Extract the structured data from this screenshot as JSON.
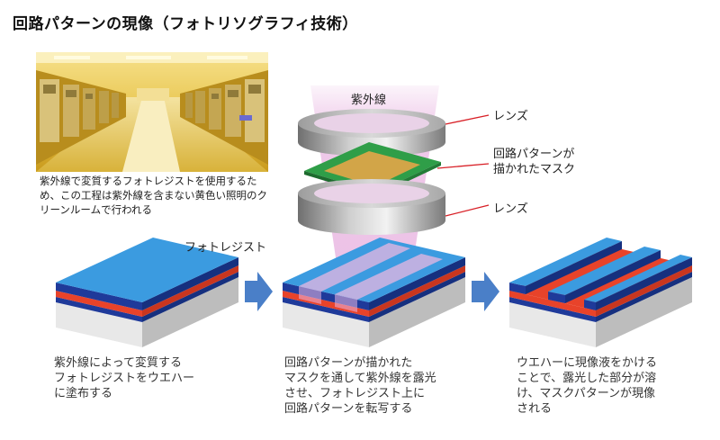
{
  "title": "回路パターンの現像（フォトリソグラフィ技術）",
  "photo_caption": "紫外線で変質するフォトレジストを使用するため、この工程は紫外線を含まない黄色い照明のクリーンルームで行われる",
  "uv_label": "紫外線",
  "lens_top_label": "レンズ",
  "mask_label_line1": "回路パターンが",
  "mask_label_line2": "描かれたマスク",
  "lens_bottom_label": "レンズ",
  "photoresist_label": "フォトレジスト",
  "steps": [
    {
      "caption_lines": [
        "紫外線によって変質する",
        "フォトレジストをウエハー",
        "に塗布する"
      ]
    },
    {
      "caption_lines": [
        "回路パターンが描かれた",
        "マスクを通して紫外線を露光",
        "させ、フォトレジスト上に",
        "回路パターンを転写する"
      ]
    },
    {
      "caption_lines": [
        "ウエハーに現像液をかける",
        "ことで、露光した部分が溶",
        "け、マスクパターンが現像",
        "される"
      ]
    }
  ],
  "colors": {
    "resist_blue": "#3b9be0",
    "red_layer": "#e8432a",
    "navy_layer": "#1f3a9a",
    "wafer_gray": "#e0e0e0",
    "arrow_blue": "#4a7fc8",
    "leader_red": "#d81f26",
    "mask_green": "#2f9e48",
    "mask_pattern": "#d2a548",
    "uv_pink": "#e9b7e2"
  }
}
